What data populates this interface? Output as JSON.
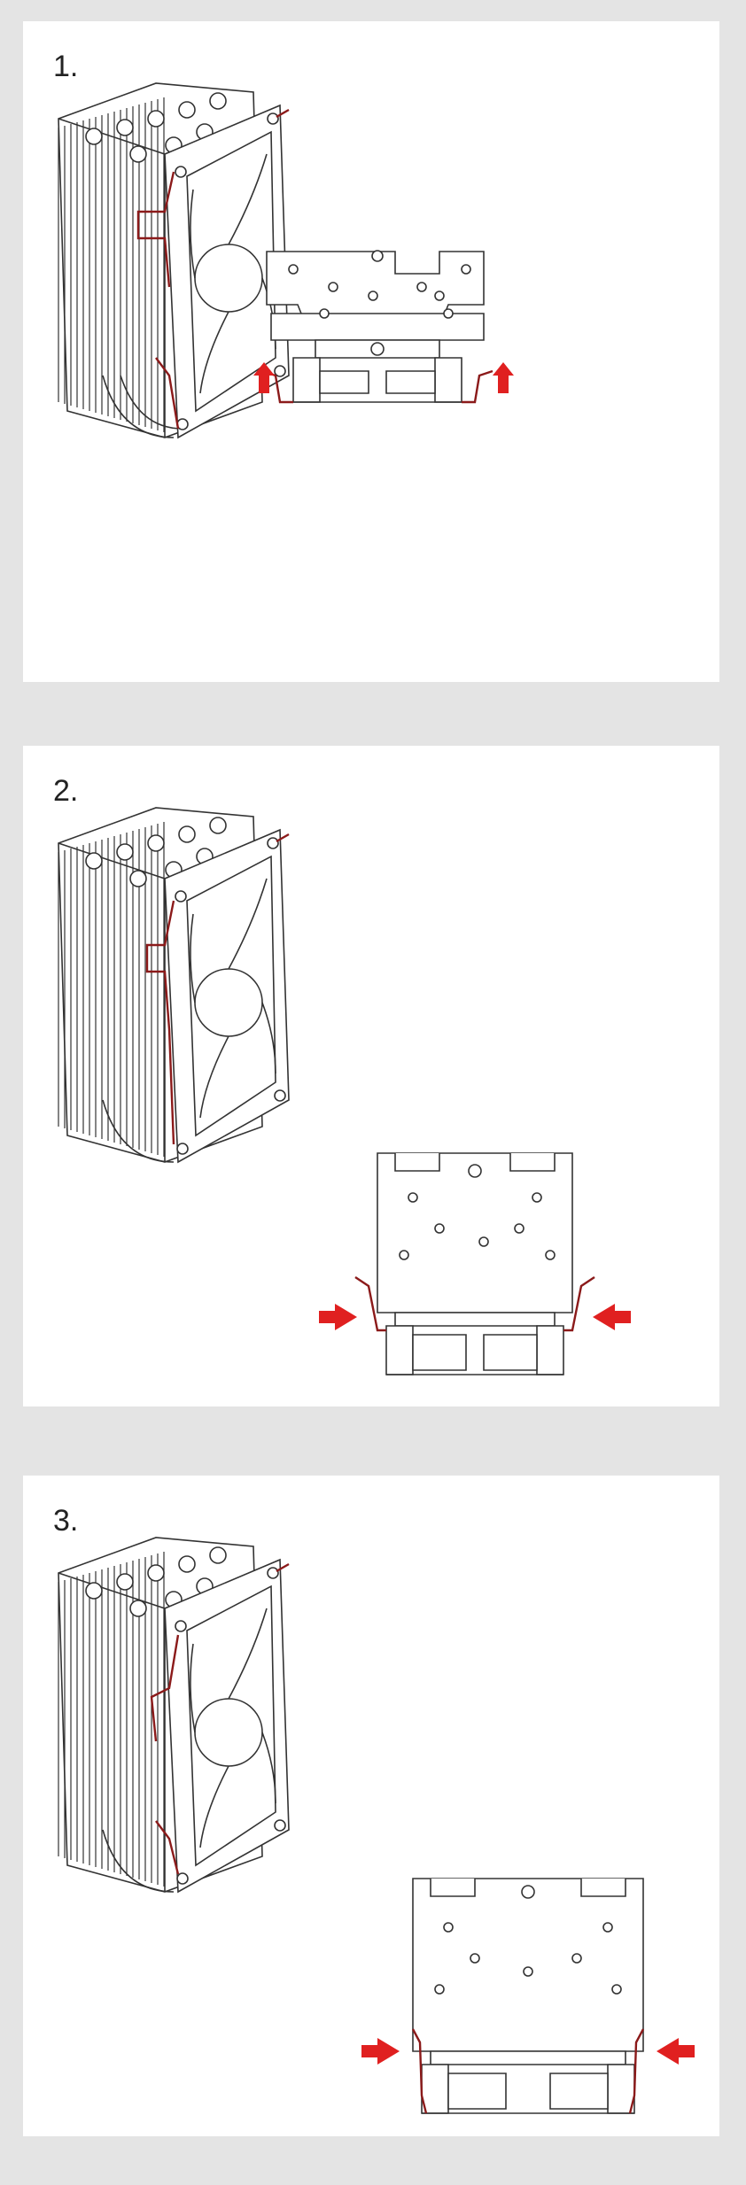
{
  "colors": {
    "background": "#e4e4e4",
    "panel": "#ffffff",
    "line": "#333333",
    "clip": "#8b1a1a",
    "arrow": "#e02020"
  },
  "steps": [
    {
      "label": "1.",
      "arrow_dir": "up"
    },
    {
      "label": "2.",
      "arrow_dir": "inward"
    },
    {
      "label": "3.",
      "arrow_dir": "inward"
    }
  ]
}
